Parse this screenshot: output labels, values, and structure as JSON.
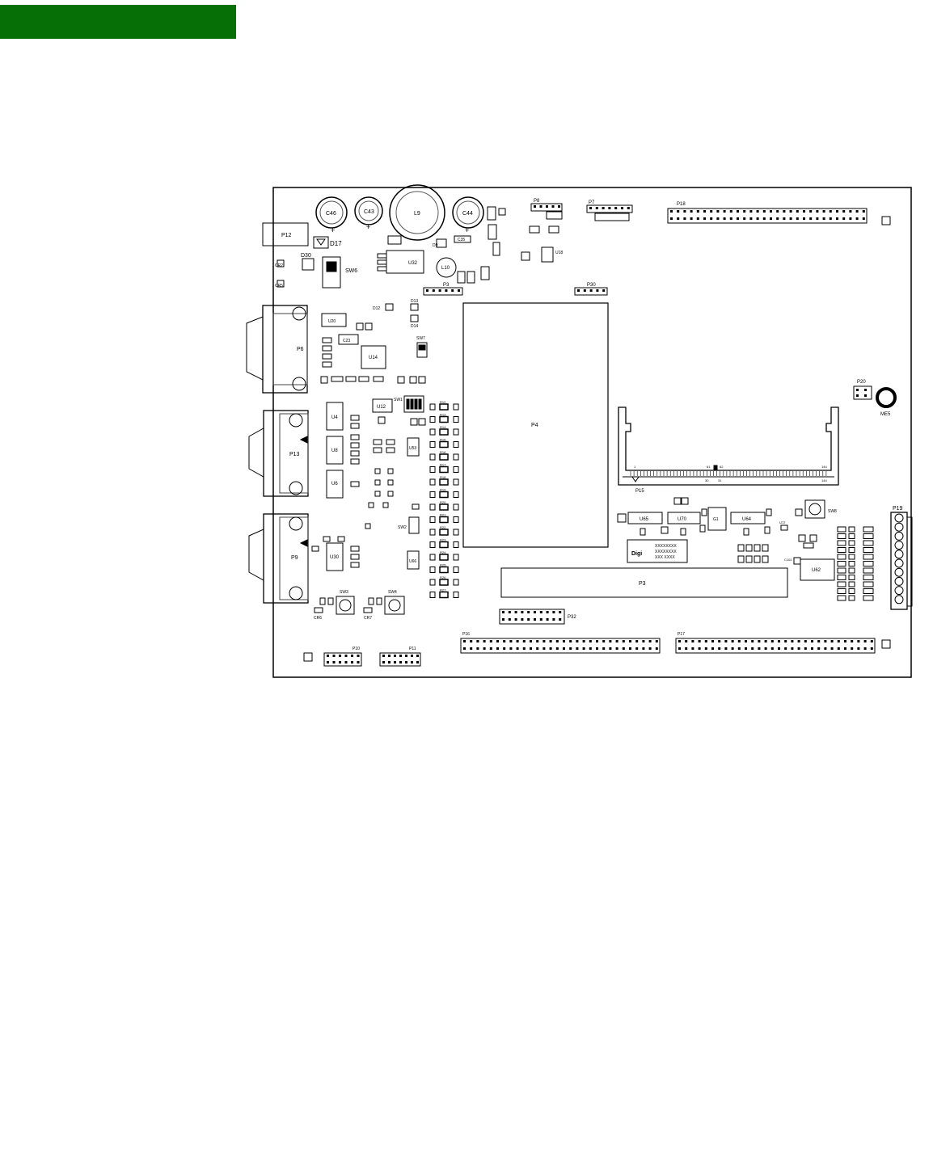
{
  "header": {
    "accent_color": "#067006"
  },
  "board": {
    "capacitors_large": [
      "C46",
      "C43",
      "C44"
    ],
    "inductor_large": "L9",
    "connectors": {
      "p12": "P12",
      "p6": "P6",
      "p13": "P13",
      "p9": "P9",
      "p4": "P4",
      "p3_bottom": "P3",
      "p3_top": "P3",
      "p7": "P7",
      "p8": "P8",
      "p18": "P18",
      "p30": "P30",
      "p20": "P20",
      "p15": "P15",
      "p19": "P19",
      "p32": "P32",
      "p10": "P10",
      "p11": "P11",
      "p16": "P16",
      "p17": "P17"
    },
    "switches": {
      "sw6": "SW6",
      "sw7": "SW7",
      "sw1": "SW1",
      "sw2": "SW2",
      "sw3": "SW3",
      "sw4": "SW4",
      "sw8": "SW8"
    },
    "ics": {
      "u32": "U32",
      "u20": "U20",
      "u14": "U14",
      "u12": "U12",
      "u4": "U4",
      "u8": "U8",
      "u6": "U6",
      "u30": "U30",
      "u53": "U53",
      "u66": "U66",
      "u65": "U65",
      "u70": "U70",
      "u64": "U64",
      "u62": "U62",
      "u18": "U18",
      "g1": "G1"
    },
    "misc": {
      "d17": "D17",
      "d30": "D30",
      "l10": "L10",
      "c23": "C23",
      "me5": "ME5",
      "cr2": "CR2",
      "cr5": "CR5",
      "cr6": "CR6",
      "cr7": "CR7",
      "d12": "D12",
      "d13": "D13",
      "d14": "D14",
      "d9": "D9",
      "c35": "C35",
      "c102": "C102",
      "u72": "U72",
      "plus": "+"
    },
    "slot_pin_labels": {
      "top_left": "1",
      "top_mid_a": "61",
      "top_mid_b": "62",
      "top_right": "144",
      "bot_mid_a": "30",
      "bot_mid_b": "31",
      "bot_right": "144"
    },
    "digi_logo_text": "Digi",
    "marking_lines": [
      "XXXXXXXX",
      "XXXXXXXX",
      "XXX XXXX"
    ],
    "resistor_labels": [
      "R12",
      "R13",
      "R14",
      "R15",
      "R16",
      "R17",
      "R18",
      "R19",
      "R20",
      "R21",
      "R22",
      "R23",
      "R24",
      "R25",
      "R26",
      "R27"
    ]
  }
}
